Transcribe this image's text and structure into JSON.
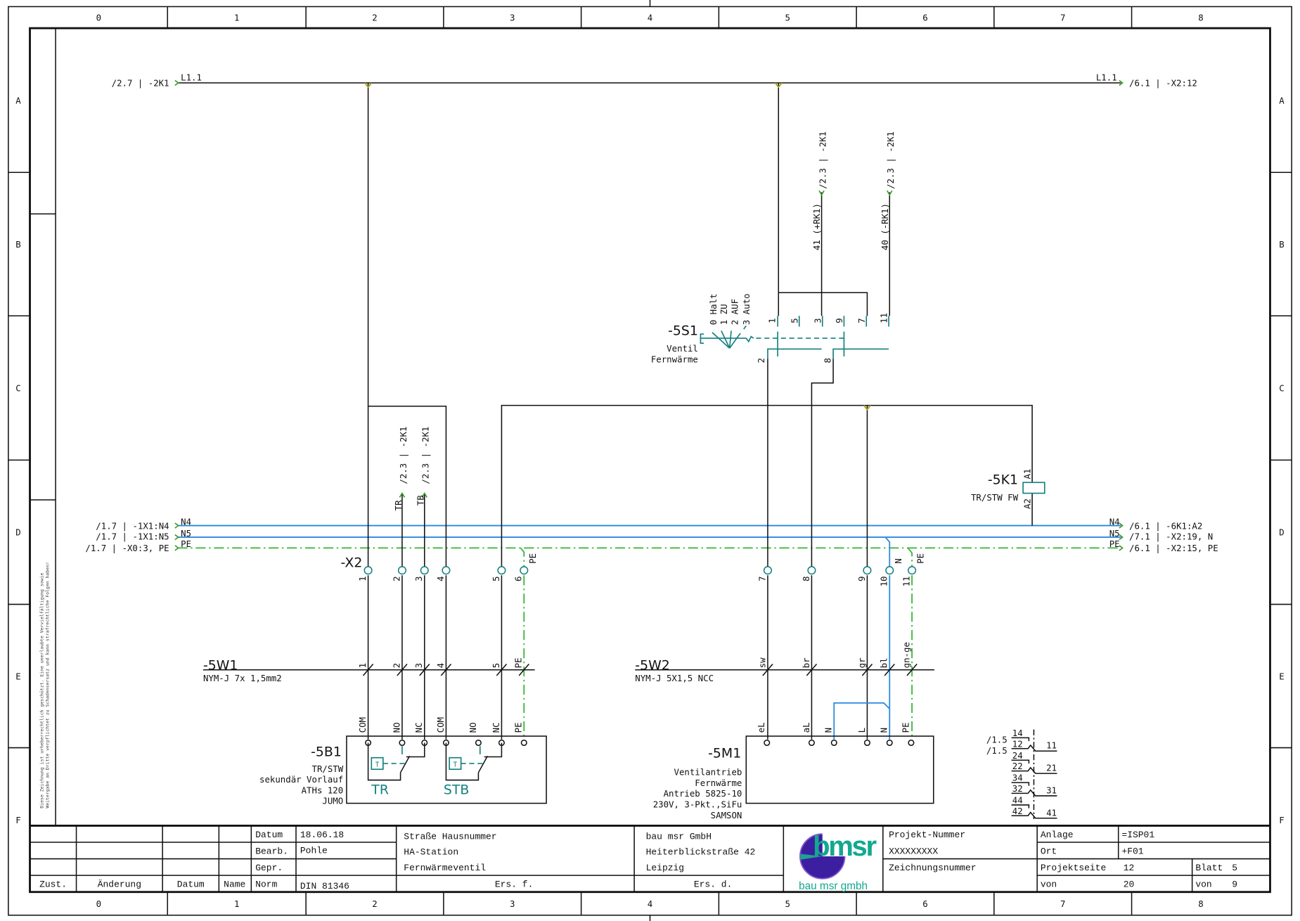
{
  "frame": {
    "columns": [
      "0",
      "1",
      "2",
      "3",
      "4",
      "5",
      "6",
      "7",
      "8"
    ],
    "rows": [
      "A",
      "B",
      "C",
      "D",
      "E",
      "F"
    ],
    "copyright_line1": "Diese Zeichnung ist urheberrechtlich geschützt. Eine unerlaubte Vervielfältigung sowie",
    "copyright_line2": "Weitergabe an Dritte verpflichtet zu Schadensersatz und kann strafrechtliche Folgen haben!"
  },
  "colors": {
    "neutral": "#2a88e0",
    "pe": "#33b533",
    "device": "#13807f",
    "wire": "#111111"
  },
  "supply": {
    "l1_left_ref": "/2.7 | -2K1",
    "l1_left_tag": "L1.1",
    "l1_right_tag": "L1.1",
    "l1_right_ref": "/6.1 | -X2:12",
    "n4_left_ref": "/1.7 | -1X1:N4",
    "n5_left_ref": "/1.7 | -1X1:N5",
    "pe_left_ref": "/1.7 | -X0:3, PE",
    "n4_tag": "N4",
    "n5_tag": "N5",
    "pe_tag": "PE",
    "n4_right_ref": "/6.1 | -6K1:A2",
    "n5_right_ref": "/7.1 | -X2:19, N",
    "pe_right_ref": "/6.1 | -X2:15, PE"
  },
  "cross_refs": {
    "rk1_plus_ref": "/2.3 | -2K1",
    "rk1_plus_wire": "41 (+RK1)",
    "rk1_minus_ref": "/2.3 | -2K1",
    "rk1_minus_wire": "40 (-RK1)",
    "tr_ref": "/2.3 | -2K1",
    "tr_wire": "TR",
    "tb_ref": "/2.3 | -2K1",
    "tb_wire": "TB"
  },
  "switch_5s1": {
    "tag": "-5S1",
    "desc1": "Ventil",
    "desc2": "Fernwärme",
    "positions": [
      "0 Halt",
      "1 ZU",
      "2 AUF",
      "3 Auto"
    ],
    "contacts": [
      "1",
      "5",
      "3",
      "9",
      "7",
      "11",
      "2",
      "8"
    ]
  },
  "relay_5k1": {
    "tag": "-5K1",
    "desc": "TR/STW FW",
    "a1": "A1",
    "a2": "A2"
  },
  "terminal_strip": {
    "tag": "-X2",
    "numbers": [
      "1",
      "2",
      "3",
      "4",
      "5",
      "6",
      "7",
      "8",
      "9",
      "10",
      "11"
    ],
    "pe6": "PE",
    "n10": "N",
    "pe11": "PE"
  },
  "cable_5w1": {
    "tag": "-5W1",
    "type": "NYM-J 7x 1,5mm2",
    "cores": [
      "1",
      "2",
      "3",
      "4",
      "5",
      "PE"
    ]
  },
  "cable_5w2": {
    "tag": "-5W2",
    "type": "NYM-J 5X1,5 NCC",
    "cores": [
      "sw",
      "br",
      "gr",
      "bl",
      "gn-ge"
    ]
  },
  "device_5b1": {
    "tag": "-5B1",
    "lines": [
      "TR/STW",
      "sekundär Vorlauf",
      "ATHs 120",
      "JUMO"
    ],
    "terminals": [
      "COM",
      "NO",
      "NC",
      "COM",
      "NO",
      "NC",
      "PE"
    ],
    "sensor_symbol": "T",
    "tr_label": "TR",
    "stb_label": "STB"
  },
  "device_5m1": {
    "tag": "-5M1",
    "lines": [
      "Ventilantrieb",
      "Fernwärme",
      "Antrieb 5825-10",
      "230V, 3-Pkt.,SiFu",
      "SAMSON"
    ],
    "terminals": [
      "eL",
      "aL",
      "N",
      "L",
      "N",
      "PE"
    ]
  },
  "contact_table": {
    "refs": [
      "/1.5",
      "/1.5"
    ],
    "rows": [
      {
        "no": "14",
        "nc": "12",
        "com": "11"
      },
      {
        "no": "24",
        "nc": "22",
        "com": "21"
      },
      {
        "no": "34",
        "nc": "32",
        "com": "31"
      },
      {
        "no": "44",
        "nc": "42",
        "com": "41"
      }
    ]
  },
  "title_block": {
    "rev_headers": {
      "zust": "Zust.",
      "aenderung": "Änderung",
      "datum": "Datum",
      "name": "Name"
    },
    "labels": {
      "datum": "Datum",
      "bearb": "Bearb.",
      "gepr": "Gepr.",
      "norm": "Norm"
    },
    "datum": "18.06.18",
    "bearb": "Pohle",
    "gepr": "",
    "norm": "DIN 81346",
    "address1": "Straße Hausnummer",
    "address2": "HA-Station",
    "address3": "Fernwärmeventil",
    "ers_f": "Ers. f.",
    "company1": "bau msr GmbH",
    "company2": "Heiterblickstraße 42",
    "company3": "Leipzig",
    "ers_d": "Ers. d.",
    "logo_text": "bmsr",
    "logo_sub": "bau msr gmbh",
    "projekt_nummer_label": "Projekt-Nummer",
    "projekt_nummer": "XXXXXXXXX",
    "zeichnungsnummer_label": "Zeichnungsnummer",
    "anlage_label": "Anlage",
    "anlage": "=ISP01",
    "ort_label": "Ort",
    "ort": "+F01",
    "projektseite_label": "Projektseite",
    "projektseite": "12",
    "von_label": "von",
    "von_total": "20",
    "blatt_label": "Blatt",
    "blatt": "5",
    "blatt_von_label": "von",
    "blatt_total": "9"
  }
}
